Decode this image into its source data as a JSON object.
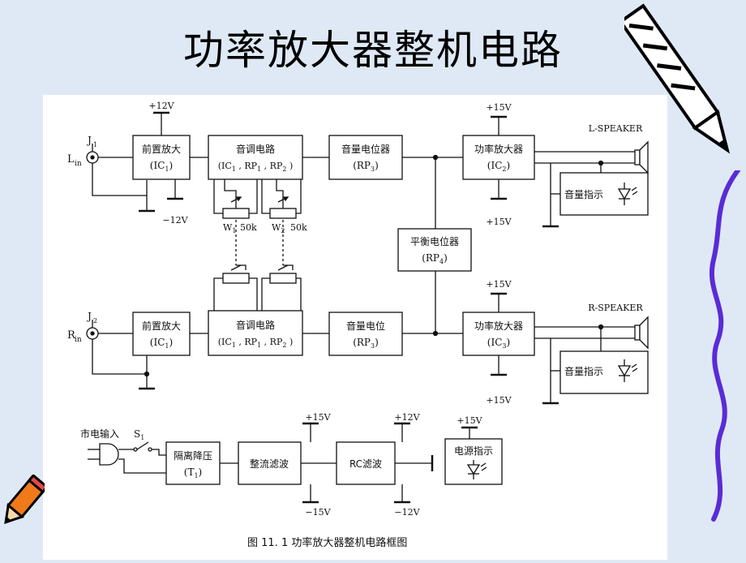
{
  "slide": {
    "title": "功率放大器整机电路"
  },
  "diagram": {
    "caption": "图 11. 1    功率放大器整机电路框图",
    "inputs": {
      "left_label": "L",
      "left_sub": "in",
      "left_jack": "J",
      "left_jack_sub": "1",
      "right_label": "R",
      "right_sub": "in",
      "right_jack": "J",
      "right_jack_sub": "2"
    },
    "supplies": {
      "plus12": "+12V",
      "minus12": "−12V",
      "plus15": "+15V",
      "minus15": "−15V"
    },
    "top_channel": {
      "preamp": {
        "name": "前置放大",
        "sub": "(IC",
        "sub_n": "1",
        "sub_end": ")"
      },
      "tone": {
        "name": "音调电路",
        "sub": "(IC1 , RP1 , RP2 )"
      },
      "volume": {
        "name": "音量电位器",
        "sub": "(RP3)"
      },
      "power": {
        "name": "功率放大器",
        "sub": "(IC2)"
      },
      "indicator": "音量指示",
      "speaker": "L-SPEAKER"
    },
    "bottom_channel": {
      "preamp": {
        "name": "前置放大",
        "sub": "(IC1)"
      },
      "tone": {
        "name": "音调电路",
        "sub": "(IC1 , RP1 , RP2 )"
      },
      "volume": {
        "name": "音量电位",
        "sub": "(RP3)"
      },
      "power": {
        "name": "功率放大器",
        "sub": "(IC3)"
      },
      "indicator": "音量指示",
      "speaker": "R-SPEAKER"
    },
    "balance": {
      "name": "平衡电位器",
      "sub": "(RP4)"
    },
    "pots": {
      "w1": "W1",
      "w2": "W2",
      "w1_value": "50k",
      "w2_value": "50k"
    },
    "power_supply": {
      "mains": "市电输入",
      "switch": "S1",
      "isolation": {
        "name": "隔离降压",
        "sub": "(T1)"
      },
      "rectifier": "整流滤波",
      "rc_filter": "RC滤波",
      "led": "电源指示"
    }
  },
  "colors": {
    "background": "#dfe9f6",
    "wave": "#5b2bd6",
    "pencil": "#f07a1a"
  }
}
